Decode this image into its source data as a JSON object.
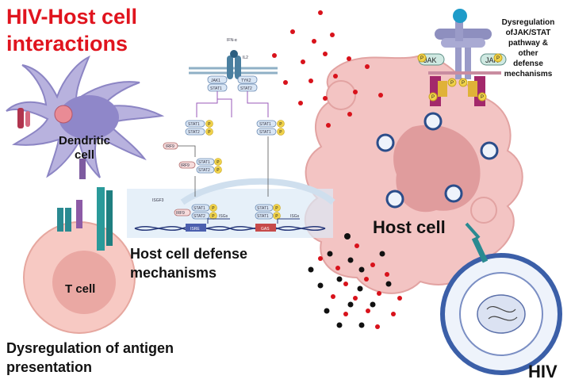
{
  "labels": {
    "title_line1": "HIV-Host cell",
    "title_line2": "interactions",
    "dendritic_line1": "Dendritic",
    "dendritic_line2": "cell",
    "t_cell": "T cell",
    "host_cell": "Host cell",
    "defense_line1": "Host cell defense",
    "defense_line2": "mechanisms",
    "antigen_line1": "Dysregulation of antigen",
    "antigen_line2": "presentation",
    "hiv": "HIV",
    "jakstat_line1": "Dysregulation",
    "jakstat_line2": "ofJAK/STAT",
    "jakstat_line3": "pathway &",
    "jakstat_line4": "other",
    "jakstat_line5": "defense",
    "jakstat_line6": "mechanisms"
  },
  "pathway": {
    "ifn": "IFN-α",
    "il": "IL2",
    "jak1": "JAK1",
    "tyk2": "TYK2",
    "stat1": "STAT1",
    "stat2": "STAT2",
    "irf9": "IRF9",
    "isre": "ISRE",
    "gas": "GAS",
    "isg": "ISGs",
    "isgf3": "ISGF3",
    "p": "P"
  },
  "receptor": {
    "jak": "JAK",
    "p": "P"
  },
  "colors": {
    "title": "#e0141e",
    "host_cell": "#f3c4c3",
    "dendritic_cell": "#b8b2de",
    "t_cell": "#f7c9c3",
    "virus": "#2b4d8a",
    "cytokine_red": "#d8121b",
    "cytokine_black": "#111111"
  }
}
